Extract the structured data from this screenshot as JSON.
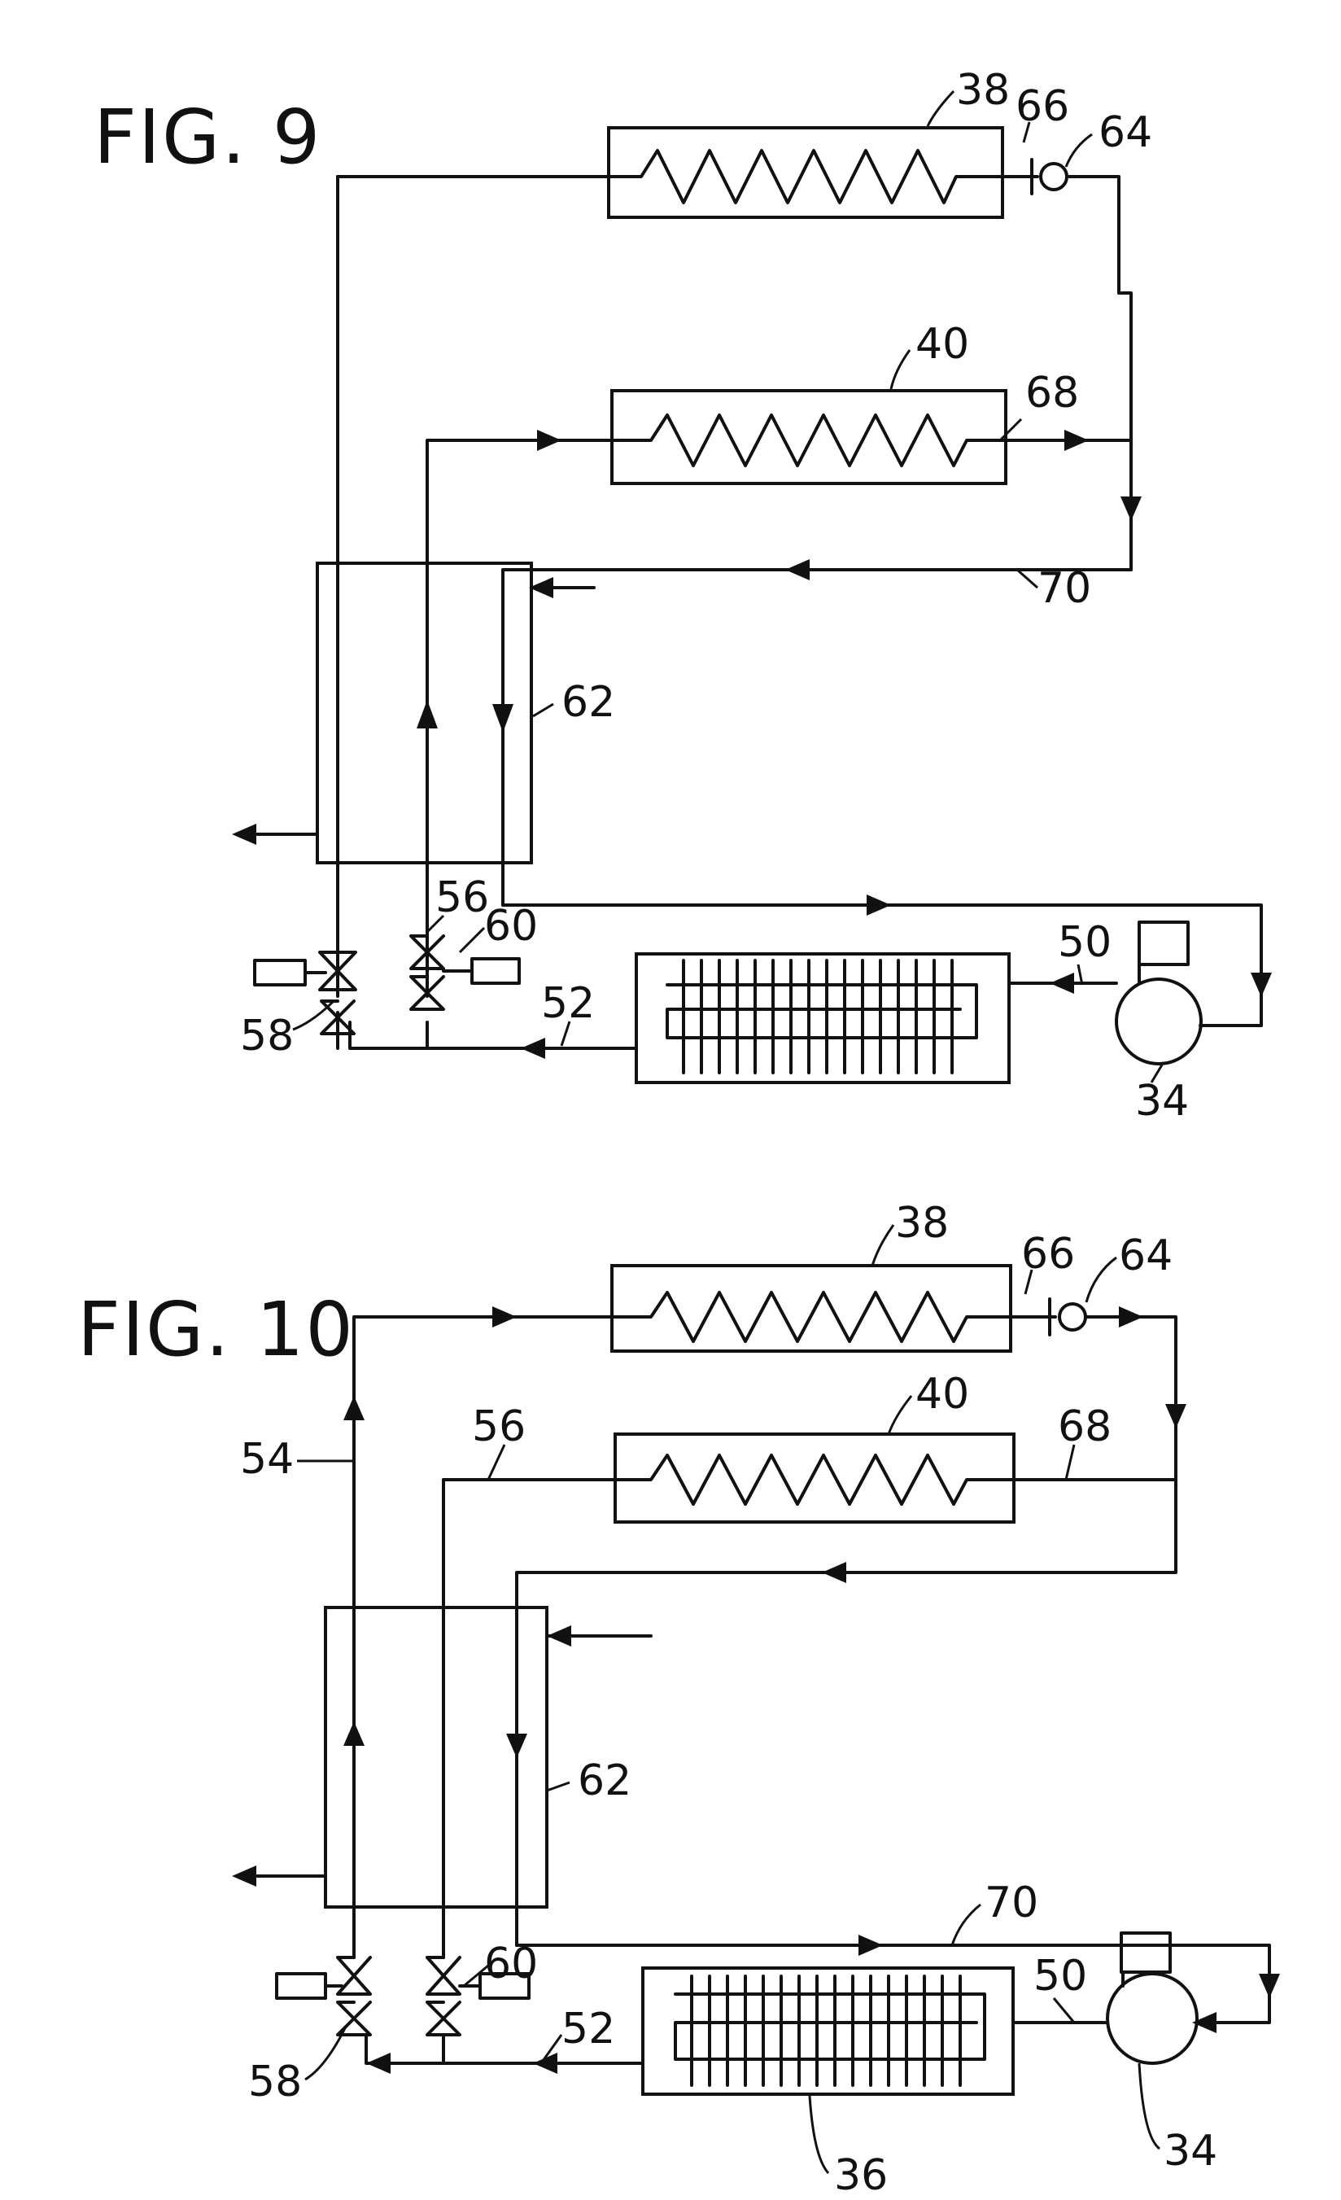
{
  "fig9": {
    "title": "FIG. 9",
    "labels": {
      "r38": "38",
      "r66": "66",
      "r64": "64",
      "r40": "40",
      "r68": "68",
      "r70": "70",
      "r62": "62",
      "r56": "56",
      "r60": "60",
      "r50": "50",
      "r52": "52",
      "r58": "58",
      "r34": "34"
    }
  },
  "fig10": {
    "title": "FIG. 10",
    "labels": {
      "r38": "38",
      "r66": "66",
      "r64": "64",
      "r40": "40",
      "r68": "68",
      "r56": "56",
      "r54": "54",
      "r62": "62",
      "r70": "70",
      "r60": "60",
      "r50": "50",
      "r52": "52",
      "r58": "58",
      "r34": "34",
      "r36": "36"
    }
  }
}
